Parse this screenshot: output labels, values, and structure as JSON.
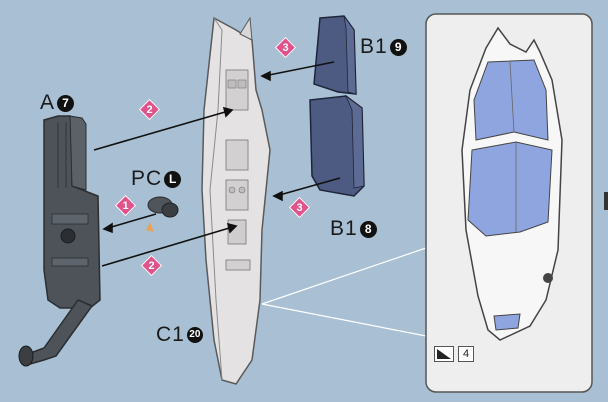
{
  "labels": {
    "part_a": {
      "text": "A",
      "num": "7"
    },
    "part_pc": {
      "text": "PC",
      "num": "L"
    },
    "part_b1_top": {
      "text": "B1",
      "num": "9"
    },
    "part_b1_bottom": {
      "text": "B1",
      "num": "8"
    },
    "part_c1": {
      "text": "C1",
      "num": "20"
    }
  },
  "steps": [
    "1",
    "2",
    "2",
    "3",
    "3"
  ],
  "reference": {
    "page_number": "4"
  },
  "colors": {
    "background": "#a9c0d4",
    "step_marker": "#e0528a",
    "part_gray": "#4e5359",
    "part_light": "#e4e2e2",
    "part_blue": "#4d5b82",
    "accent_blue": "#8fa5df"
  }
}
